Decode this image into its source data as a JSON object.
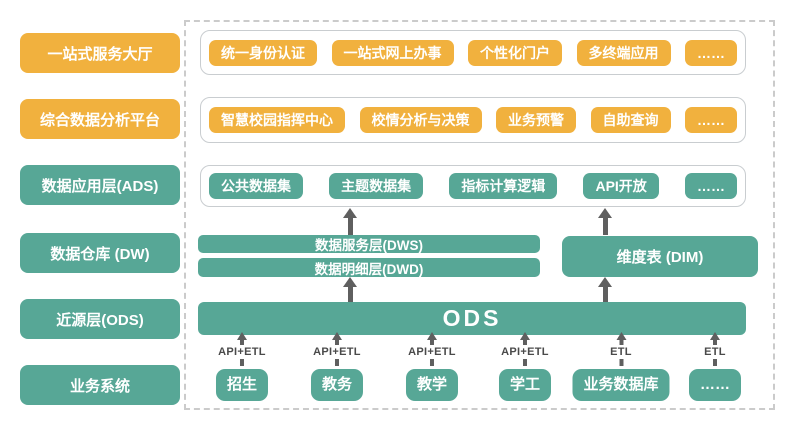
{
  "colors": {
    "yellow": "#F1B13E",
    "teal": "#57A796",
    "arrow_gray": "#5F5F5F",
    "dash_border": "#CBCBCB",
    "panel_border": "#C9CDD0",
    "etl_text": "#4A4A4A"
  },
  "left_panel": {
    "items": [
      {
        "label": "一站式服务大厅",
        "style": "yellow"
      },
      {
        "label": "综合数据分析平台",
        "style": "yellow"
      },
      {
        "label": "数据应用层(ADS)",
        "style": "teal"
      },
      {
        "label": "数据仓库 (DW)",
        "style": "teal"
      },
      {
        "label": "近源层(ODS)",
        "style": "teal"
      },
      {
        "label": "业务系统",
        "style": "teal"
      }
    ]
  },
  "app_rows": [
    {
      "id": "service-hall",
      "items": [
        "统一身份认证",
        "一站式网上办事",
        "个性化门户",
        "多终端应用",
        "……"
      ]
    },
    {
      "id": "analysis-platform",
      "items": [
        "智慧校园指挥中心",
        "校情分析与决策",
        "业务预警",
        "自助查询",
        "……"
      ]
    },
    {
      "id": "ads-layer",
      "items": [
        "公共数据集",
        "主题数据集",
        "指标计算逻辑",
        "API开放",
        "……"
      ]
    }
  ],
  "warehouse": {
    "dws": "数据服务层(DWS)",
    "dwd": "数据明细层(DWD)",
    "dim": "维度表 (DIM)"
  },
  "ods": {
    "label": "ODS"
  },
  "sources": [
    {
      "label": "招生",
      "channel": "API+ETL"
    },
    {
      "label": "教务",
      "channel": "API+ETL"
    },
    {
      "label": "教学",
      "channel": "API+ETL"
    },
    {
      "label": "学工",
      "channel": "API+ETL"
    },
    {
      "label": "业务数据库",
      "channel": "ETL"
    },
    {
      "label": "……",
      "channel": "ETL"
    }
  ]
}
